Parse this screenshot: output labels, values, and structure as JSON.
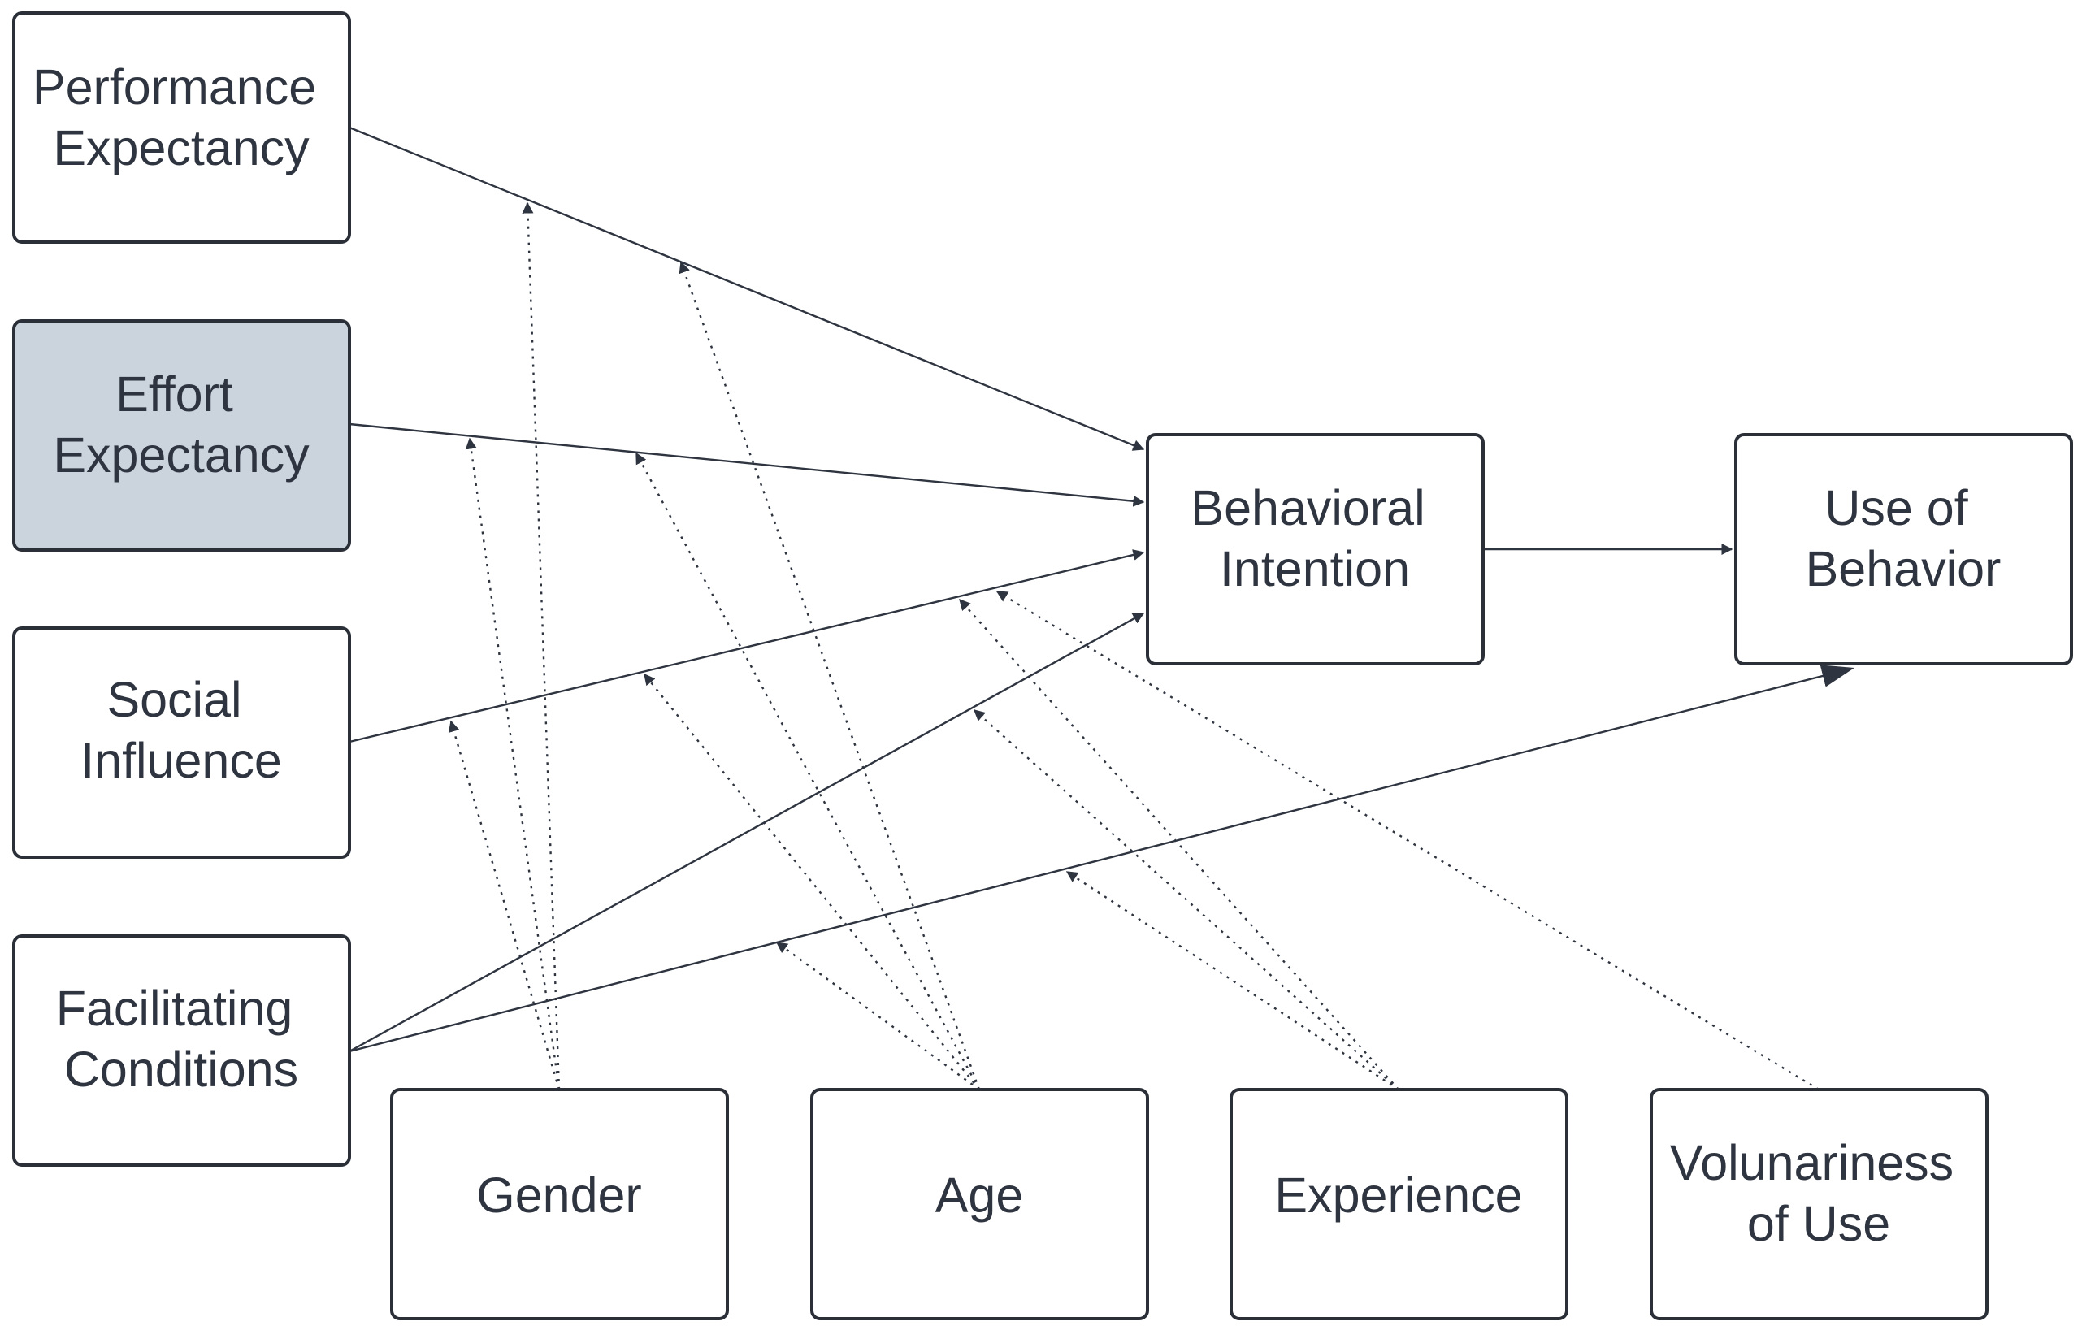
{
  "nodes": [
    {
      "id": "performance-expectancy",
      "lines": [
        "Performance",
        "Expectancy"
      ],
      "highlight": false
    },
    {
      "id": "effort-expectancy",
      "lines": [
        "Effort",
        "Expectancy"
      ],
      "highlight": true
    },
    {
      "id": "social-influence",
      "lines": [
        "Social",
        "Influence"
      ],
      "highlight": false
    },
    {
      "id": "facilitating-conditions",
      "lines": [
        "Facilitating",
        "Conditions"
      ],
      "highlight": false
    },
    {
      "id": "behavioral-intention",
      "lines": [
        "Behavioral",
        "Intention"
      ],
      "highlight": false
    },
    {
      "id": "use-of-behavior",
      "lines": [
        "Use of",
        "Behavior"
      ],
      "highlight": false
    },
    {
      "id": "gender",
      "lines": [
        "Gender"
      ],
      "highlight": false
    },
    {
      "id": "age",
      "lines": [
        "Age"
      ],
      "highlight": false
    },
    {
      "id": "experience",
      "lines": [
        "Experience"
      ],
      "highlight": false
    },
    {
      "id": "voluntariness-of-use",
      "lines": [
        "Volunariness",
        "of Use"
      ],
      "highlight": false
    }
  ],
  "edges": [
    {
      "from": "performance-expectancy",
      "to": "behavioral-intention",
      "style": "solid"
    },
    {
      "from": "effort-expectancy",
      "to": "behavioral-intention",
      "style": "solid"
    },
    {
      "from": "social-influence",
      "to": "behavioral-intention",
      "style": "solid"
    },
    {
      "from": "facilitating-conditions",
      "to": "behavioral-intention",
      "style": "solid"
    },
    {
      "from": "facilitating-conditions",
      "to": "use-of-behavior",
      "style": "solid"
    },
    {
      "from": "behavioral-intention",
      "to": "use-of-behavior",
      "style": "solid"
    }
  ],
  "moderations": [
    {
      "moderator": "gender",
      "path": "performance-expectancy -> behavioral-intention"
    },
    {
      "moderator": "gender",
      "path": "effort-expectancy -> behavioral-intention"
    },
    {
      "moderator": "gender",
      "path": "social-influence -> behavioral-intention"
    },
    {
      "moderator": "age",
      "path": "performance-expectancy -> behavioral-intention"
    },
    {
      "moderator": "age",
      "path": "effort-expectancy -> behavioral-intention"
    },
    {
      "moderator": "age",
      "path": "social-influence -> behavioral-intention"
    },
    {
      "moderator": "age",
      "path": "facilitating-conditions -> use-of-behavior"
    },
    {
      "moderator": "experience",
      "path": "effort-expectancy -> behavioral-intention"
    },
    {
      "moderator": "experience",
      "path": "social-influence -> behavioral-intention"
    },
    {
      "moderator": "experience",
      "path": "facilitating-conditions -> use-of-behavior"
    },
    {
      "moderator": "voluntariness-of-use",
      "path": "social-influence -> behavioral-intention"
    }
  ]
}
